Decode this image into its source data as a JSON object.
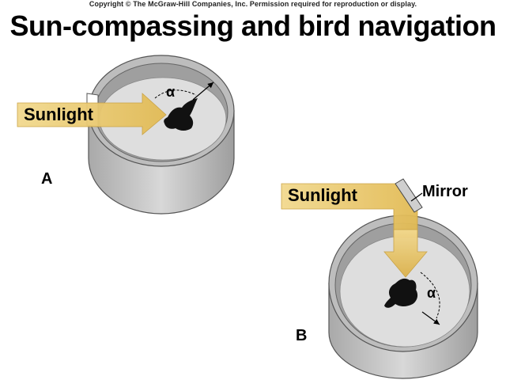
{
  "copyright": "Copyright © The McGraw-Hill Companies, Inc. Permission required for reproduction or display.",
  "title": "Sun-compassing and bird navigation",
  "panel_a": {
    "label": "A",
    "sunlight_label": "Sunlight",
    "angle_label": "α"
  },
  "panel_b": {
    "label": "B",
    "sunlight_label": "Sunlight",
    "mirror_label": "Mirror",
    "angle_label": "α"
  },
  "colors": {
    "sunlight": "#e8c66a",
    "bird": "#111111",
    "cage_wall": "#c9c9c9",
    "cage_floor": "#dcdcdc"
  }
}
